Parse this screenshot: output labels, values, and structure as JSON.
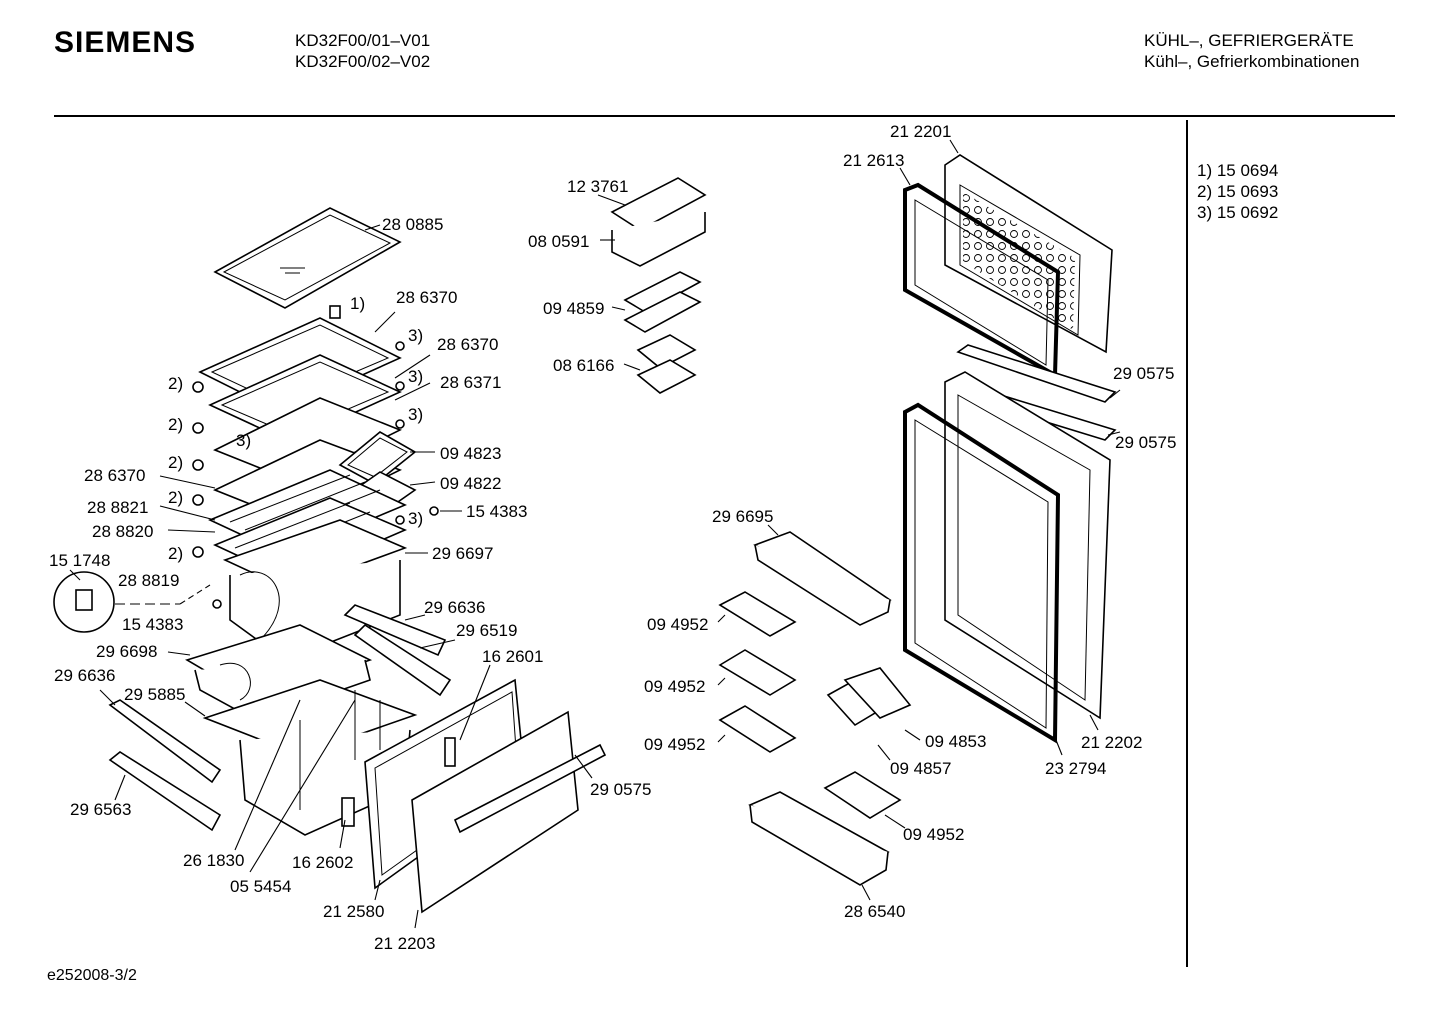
{
  "header": {
    "brand": "SIEMENS",
    "model_1": "KD32F00/01–V01",
    "model_2": "KD32F00/02–V02",
    "category_1": "KÜHL–, GEFRIERGERÄTE",
    "category_2": "Kühl–, Gefrierkombinationen"
  },
  "footnotes": [
    "1)  15 0694",
    "2)  15 0693",
    "3)  15 0692"
  ],
  "footer": {
    "doc_id": "e252008-3/2"
  },
  "callouts": {
    "p280885": "28 0885",
    "p286370a": "28 6370",
    "p286370b": "28 6370",
    "p286371": "28 6371",
    "p094823": "09 4823",
    "p094822": "09 4822",
    "p154383a": "15 4383",
    "p296697": "29 6697",
    "p286370c": "28 6370",
    "p288821": "28 8821",
    "p288820": "28 8820",
    "p151748": "15 1748",
    "p288819": "28 8819",
    "p154383b": "15 4383",
    "p296636a": "29 6636",
    "p296519": "29 6519",
    "p296698": "29 6698",
    "p162601": "16 2601",
    "p296636b": "29 6636",
    "p295885": "29 5885",
    "p296563": "29 6563",
    "p261830": "26 1830",
    "p055454": "05 5454",
    "p162602": "16 2602",
    "p212580": "21 2580",
    "p212203": "21 2203",
    "p290575c": "29 0575",
    "p123761": "12 3761",
    "p080591": "08 0591",
    "p094859": "09 4859",
    "p086166": "08 6166",
    "p296695": "29 6695",
    "p094952a": "09 4952",
    "p094952b": "09 4952",
    "p094952c": "09 4952",
    "p094853": "09 4853",
    "p094857": "09 4857",
    "p094952d": "09 4952",
    "p286540": "28 6540",
    "p212201": "21 2201",
    "p212613": "21 2613",
    "p290575a": "29 0575",
    "p290575b": "29 0575",
    "p212202": "21 2202",
    "p232794": "23 2794"
  },
  "markers": {
    "m1": "1)",
    "m3a": "3)",
    "m3b": "3)",
    "m3c": "3)",
    "m3d": "3)",
    "m3e": "3)",
    "m2a": "2)",
    "m2b": "2)",
    "m2c": "2)",
    "m2d": "2)",
    "m2e": "2)"
  }
}
